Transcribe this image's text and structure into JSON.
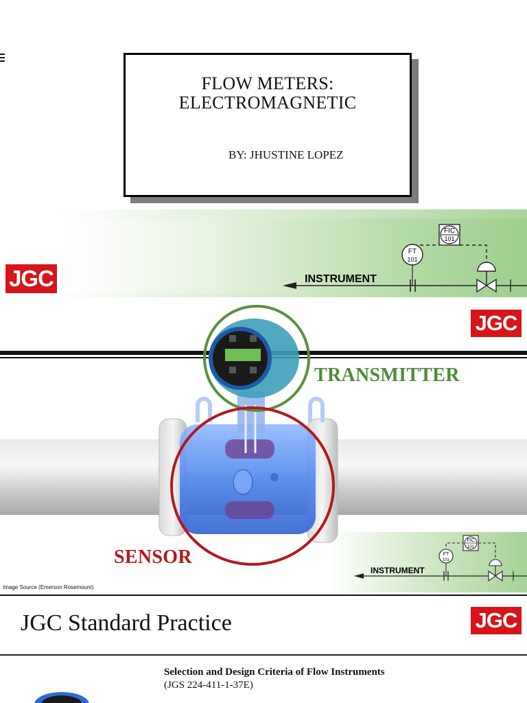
{
  "slide1": {
    "title_line1": "FLOW METERS:",
    "title_line2": "ELECTROMAGNETIC",
    "author": "BY: JHUSTINE LOPEZ"
  },
  "banner": {
    "logo": "JGC",
    "instrument_label": "INSTRUMENT",
    "tag_fic": "FIC",
    "tag_fic_num": "101",
    "tag_ft": "FT",
    "tag_ft_num": "101"
  },
  "slide3": {
    "logo": "JGC",
    "transmitter_label": "TRANSMITTER",
    "sensor_label": "SENSOR",
    "image_source": "Image Source (Emerson Rosemount)",
    "instrument_label": "INSTRUMENT",
    "tag_fic": "FIC",
    "tag_fic_num": "101",
    "tag_ft": "FT",
    "tag_ft_num": "101"
  },
  "slide4": {
    "title": "JGC Standard Practice",
    "logo": "JGC",
    "subtitle": "Selection and Design Criteria of Flow Instruments",
    "code": "(JGS 224-411-1-37E)"
  },
  "colors": {
    "jgc_red": "#d7141a",
    "transmitter_green": "#4f8a3a",
    "sensor_red": "#b3181c",
    "banner_green": "#9ccf8c"
  }
}
